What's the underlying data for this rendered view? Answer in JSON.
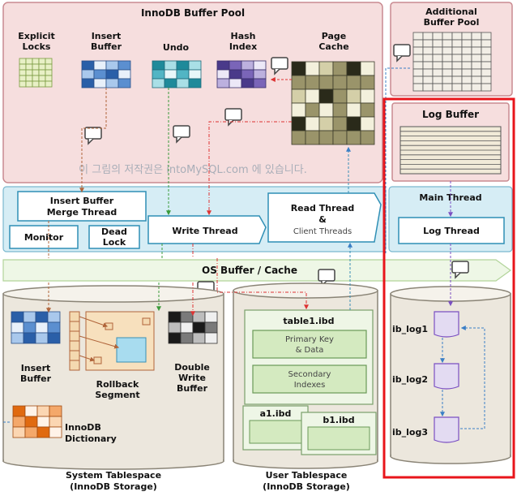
{
  "buffer_pool": {
    "title": "InnoDB Buffer Pool",
    "explicit_locks": [
      "Explicit",
      "Locks"
    ],
    "insert_buffer": [
      "Insert",
      "Buffer"
    ],
    "undo": "Undo",
    "hash_index": [
      "Hash",
      "Index"
    ],
    "page_cache": [
      "Page",
      "Cache"
    ]
  },
  "additional_pool": [
    "Additional",
    "Buffer Pool"
  ],
  "log_buffer": "Log Buffer",
  "watermark": "이 그림의 저작권은 intoMySQL.com 에 있습니다.",
  "threads": {
    "insert_merge": [
      "Insert Buffer",
      "Merge Thread"
    ],
    "monitor": "Monitor",
    "dead_lock": [
      "Dead",
      "Lock"
    ],
    "write_thread": "Write Thread",
    "read_thread": [
      "Read Thread",
      "&",
      "Client Threads"
    ],
    "main_thread": "Main Thread",
    "log_thread": "Log Thread"
  },
  "os_buffer": "OS Buffer / Cache",
  "system_ts": {
    "insert_buffer": [
      "Insert",
      "Buffer"
    ],
    "rollback": [
      "Rollback",
      "Segment"
    ],
    "double_write": [
      "Double",
      "Write",
      "Buffer"
    ],
    "dictionary": [
      "InnoDB",
      "Dictionary"
    ],
    "caption": [
      "System Tablespace",
      "(InnoDB Storage)"
    ]
  },
  "user_ts": {
    "table1": "table1.ibd",
    "primary_key": [
      "Primary Key",
      "& Data"
    ],
    "secondary": [
      "Secondary",
      "Indexes"
    ],
    "a1": "a1.ibd",
    "b1": "b1.ibd",
    "caption": [
      "User Tablespace",
      "(InnoDB Storage)"
    ]
  },
  "logs": {
    "log1": "ib_log1",
    "log2": "ib_log2",
    "log3": "ib_log3"
  },
  "colors": {
    "pool_bg": "#f6dede",
    "pool_border": "#c98a90",
    "thread_band": "#d6edf5",
    "thread_box_border": "#2f8fb5",
    "drum": "#ece7dd",
    "green_box": "#d4eac0",
    "highlight": "#e8151b"
  }
}
